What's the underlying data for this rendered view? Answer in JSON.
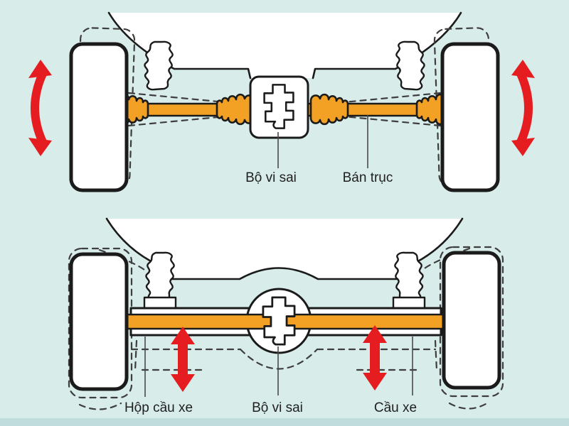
{
  "colors": {
    "background": "#d8ecea",
    "footer_strip": "#c0dcdc",
    "diagram_white": "#ffffff",
    "outline": "#1b1b1b",
    "shaft_orange": "#f2a124",
    "arrow_red": "#e51d20",
    "label_text": "#1f1f1f",
    "dashed_line": "#3e3e3e"
  },
  "top_diagram": {
    "labels": {
      "differential": "Bộ vi sai",
      "half_shaft": "Bán trục"
    }
  },
  "bottom_diagram": {
    "labels": {
      "axle_housing": "Hộp cầu xe",
      "differential": "Bộ vi sai",
      "axle": "Cầu xe"
    }
  }
}
